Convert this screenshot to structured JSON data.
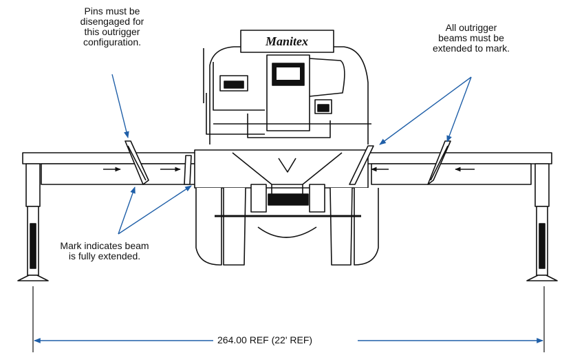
{
  "callouts": {
    "pins": "Pins must be\ndisengaged for\nthis outrigger\nconfiguration.",
    "outrigger_beams": "All outrigger\nbeams must be\nextended to mark.",
    "mark": "Mark indicates beam\nis fully extended."
  },
  "dimension": {
    "label": "264.00 REF  (22' REF)"
  },
  "brand": {
    "logo_text": "Manitex"
  },
  "colors": {
    "line": "#111111",
    "arrow": "#1f5fa8",
    "background": "#ffffff"
  }
}
